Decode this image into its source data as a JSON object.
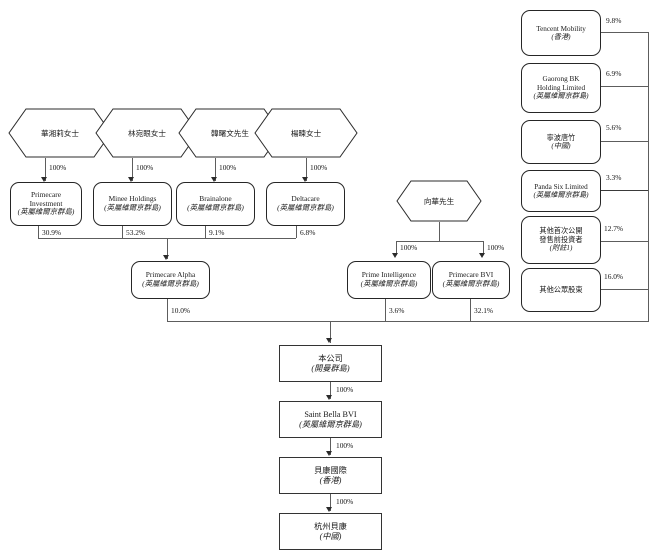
{
  "diagram": {
    "title": "Shareholding and corporate structure chart",
    "type": "org-chart",
    "individuals": [
      {
        "id": "ind1",
        "label": "華湘莉女士",
        "stake_label": "100%"
      },
      {
        "id": "ind2",
        "label": "林宛眼女士",
        "stake_label": "100%"
      },
      {
        "id": "ind3",
        "label": "韓曙文先生",
        "stake_label": "100%"
      },
      {
        "id": "ind4",
        "label": "楊暕女士",
        "stake_label": "100%"
      },
      {
        "id": "ind5",
        "label": "向華先生",
        "stake_label": ""
      }
    ],
    "holdcos": [
      {
        "id": "hc1",
        "name": "Primecare",
        "name2": "Investment",
        "place": "(英屬維爾京群島)",
        "stake_label": "30.9%"
      },
      {
        "id": "hc2",
        "name": "Minee Holdings",
        "name2": "",
        "place": "(英屬維爾京群島)",
        "stake_label": "53.2%"
      },
      {
        "id": "hc3",
        "name": "Brainalone",
        "name2": "",
        "place": "(英屬維爾京群島)",
        "stake_label": "9.1%"
      },
      {
        "id": "hc4",
        "name": "Deltacare",
        "name2": "",
        "place": "(英屬維爾京群島)",
        "stake_label": "6.8%"
      }
    ],
    "midcos": [
      {
        "id": "mc1",
        "name": "Primecare Alpha",
        "place": "(英屬維爾京群島)",
        "stake_label": "10.0%"
      },
      {
        "id": "mc2",
        "name": "Prime Intelligence",
        "place": "(英屬維爾京群島)",
        "stake_label": "3.6%",
        "parent_stake_label": "100%"
      },
      {
        "id": "mc3",
        "name": "Primecare BVI",
        "place": "(英屬維爾京群島)",
        "stake_label": "32.1%",
        "parent_stake_label": "100%"
      }
    ],
    "shareholders": [
      {
        "id": "sh1",
        "name": "Tencent Mobility",
        "name2": "",
        "place": "(香港)",
        "stake_label": "9.8%"
      },
      {
        "id": "sh2",
        "name": "Gaorong BK",
        "name2": "Holding Limited",
        "place": "(英屬維爾京群島)",
        "stake_label": "6.9%"
      },
      {
        "id": "sh3",
        "name": "寧波唐竹",
        "name2": "",
        "place": "(中國)",
        "stake_label": "5.6%"
      },
      {
        "id": "sh4",
        "name": "Panda Six Limited",
        "name2": "",
        "place": "(英屬維爾京群島)",
        "stake_label": "3.3%"
      },
      {
        "id": "sh5",
        "name": "其他首次公開",
        "name2": "發售前投資者",
        "place": "(附註1)",
        "stake_label": "12.7%"
      },
      {
        "id": "sh6",
        "name": "其他公眾股東",
        "name2": "",
        "place": "",
        "stake_label": "16.0%"
      }
    ],
    "chain": [
      {
        "id": "ch1",
        "name": "本公司",
        "place": "(開曼群島)",
        "stake_label": "100%"
      },
      {
        "id": "ch2",
        "name": "Saint Bella BVI",
        "place": "(英屬維爾京群島)",
        "stake_label": "100%"
      },
      {
        "id": "ch3",
        "name": "貝康國際",
        "place": "(香港)",
        "stake_label": "100%"
      },
      {
        "id": "ch4",
        "name": "杭州貝康",
        "place": "(中國)",
        "stake_label": ""
      }
    ],
    "colors": {
      "line": "#5d5d5d",
      "border": "#262626",
      "text": "#1a1a1a",
      "background": "#ffffff"
    }
  }
}
